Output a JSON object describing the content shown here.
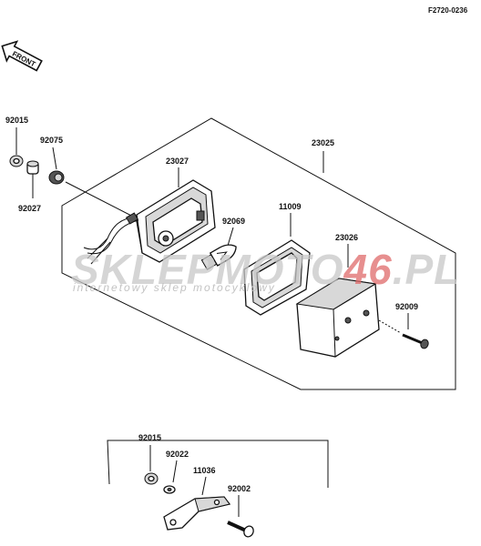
{
  "figure_code": "F2720-0236",
  "front_label": "FRONT",
  "parts": {
    "p92015_top": "92015",
    "p92075": "92075",
    "p92027": "92027",
    "p23027": "23027",
    "p23025": "23025",
    "p11009": "11009",
    "p92069": "92069",
    "p23026": "23026",
    "p92009": "92009",
    "p92015_bottom": "92015",
    "p92022": "92022",
    "p11036": "11036",
    "p92002": "92002"
  },
  "watermark": {
    "brand_a": "SKLEPMOTO",
    "brand_b": "46",
    "brand_c": ".PL",
    "tagline": "internetowy sklep motocyklowy"
  }
}
